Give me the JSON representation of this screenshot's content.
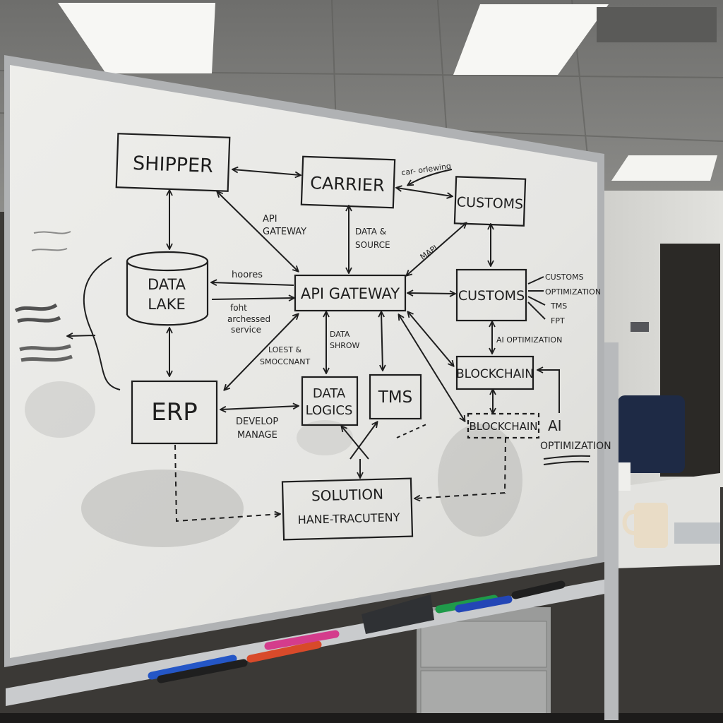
{
  "whiteboard": {
    "nodes": {
      "shipper": "SHIPPER",
      "carrier": "CARRIER",
      "customs_top": "CUSTOMS",
      "data_lake_line1": "DATA",
      "data_lake_line2": "LAKE",
      "api_gateway": "API GATEWAY",
      "customs_mid": "CUSTOMS",
      "erp": "ERP",
      "data_logics_line1": "DATA",
      "data_logics_line2": "LOGICS",
      "tms": "TMS",
      "blockchain_main": "BLOCKCHAIN",
      "blockchain_dashed": "BLOCKCHAIN",
      "solution_line1": "SOLUTION",
      "solution_line2": "HANE-TRACUTENY"
    },
    "labels": {
      "api_gateway_line1": "API",
      "api_gateway_line2": "GATEWAY",
      "data_source_line1": "DATA &",
      "data_source_line2": "SOURCE",
      "car_orlewing": "car- orlewing",
      "mapi": "MAPI",
      "hoores": "hoores",
      "foht_line1": "foht",
      "foht_line2": "archessed",
      "foht_line3": "service",
      "data_shrow_line1": "DATA",
      "data_shrow_line2": "SHROW",
      "loest_line1": "LOEST &",
      "loest_line2": "SMOCCNANT",
      "develop": "DEVELOP",
      "manage": "MANAGE",
      "ai_optimization_small": "AI OPTIMIZATION",
      "ai_large_line1": "AI",
      "ai_large_line2": "OPTIMIZATION"
    },
    "side_list": [
      "CUSTOMS",
      "OPTIMIZATION",
      "TMS",
      "FPT"
    ]
  },
  "colors": {
    "board_surface": "#e9e9e6",
    "marker_ink": "#1e1e1e",
    "board_frame": "#a9acae"
  }
}
